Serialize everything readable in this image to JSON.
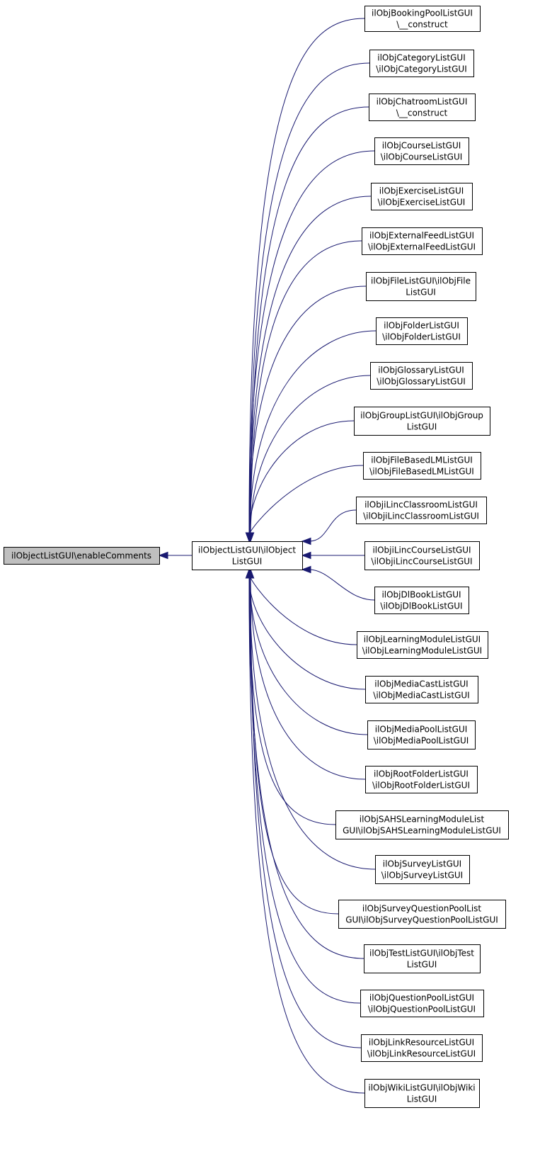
{
  "diagram": {
    "root": {
      "id": "enable-comments",
      "lines": [
        "ilObjectListGUI\\enableComments"
      ]
    },
    "center": {
      "id": "object-list-gui",
      "lines": [
        "ilObjectListGUI\\ilObject",
        "ListGUI"
      ]
    },
    "children": [
      {
        "id": "booking-pool",
        "lines": [
          "ilObjBookingPoolListGUI",
          "\\__construct"
        ]
      },
      {
        "id": "category",
        "lines": [
          "ilObjCategoryListGUI",
          "\\ilObjCategoryListGUI"
        ]
      },
      {
        "id": "chatroom",
        "lines": [
          "ilObjChatroomListGUI",
          "\\__construct"
        ]
      },
      {
        "id": "course",
        "lines": [
          "ilObjCourseListGUI",
          "\\ilObjCourseListGUI"
        ]
      },
      {
        "id": "exercise",
        "lines": [
          "ilObjExerciseListGUI",
          "\\ilObjExerciseListGUI"
        ]
      },
      {
        "id": "external-feed",
        "lines": [
          "ilObjExternalFeedListGUI",
          "\\ilObjExternalFeedListGUI"
        ]
      },
      {
        "id": "file",
        "lines": [
          "ilObjFileListGUI\\ilObjFile",
          "ListGUI"
        ]
      },
      {
        "id": "folder",
        "lines": [
          "ilObjFolderListGUI",
          "\\ilObjFolderListGUI"
        ]
      },
      {
        "id": "glossary",
        "lines": [
          "ilObjGlossaryListGUI",
          "\\ilObjGlossaryListGUI"
        ]
      },
      {
        "id": "group",
        "lines": [
          "ilObjGroupListGUI\\ilObjGroup",
          "ListGUI"
        ]
      },
      {
        "id": "file-based-lm",
        "lines": [
          "ilObjFileBasedLMListGUI",
          "\\ilObjFileBasedLMListGUI"
        ]
      },
      {
        "id": "ilinc-classroom",
        "lines": [
          "ilObjiLincClassroomListGUI",
          "\\ilObjiLincClassroomListGUI"
        ]
      },
      {
        "id": "ilinc-course",
        "lines": [
          "ilObjiLincCourseListGUI",
          "\\ilObjiLincCourseListGUI"
        ]
      },
      {
        "id": "dl-book",
        "lines": [
          "ilObjDlBookListGUI",
          "\\ilObjDlBookListGUI"
        ]
      },
      {
        "id": "learning-module",
        "lines": [
          "ilObjLearningModuleListGUI",
          "\\ilObjLearningModuleListGUI"
        ]
      },
      {
        "id": "media-cast",
        "lines": [
          "ilObjMediaCastListGUI",
          "\\ilObjMediaCastListGUI"
        ]
      },
      {
        "id": "media-pool",
        "lines": [
          "ilObjMediaPoolListGUI",
          "\\ilObjMediaPoolListGUI"
        ]
      },
      {
        "id": "root-folder",
        "lines": [
          "ilObjRootFolderListGUI",
          "\\ilObjRootFolderListGUI"
        ]
      },
      {
        "id": "sahs-learning-module",
        "lines": [
          "ilObjSAHSLearningModuleList",
          "GUI\\ilObjSAHSLearningModuleListGUI"
        ]
      },
      {
        "id": "survey",
        "lines": [
          "ilObjSurveyListGUI",
          "\\ilObjSurveyListGUI"
        ]
      },
      {
        "id": "survey-question-pool",
        "lines": [
          "ilObjSurveyQuestionPoolList",
          "GUI\\ilObjSurveyQuestionPoolListGUI"
        ]
      },
      {
        "id": "test",
        "lines": [
          "ilObjTestListGUI\\ilObjTest",
          "ListGUI"
        ]
      },
      {
        "id": "question-pool",
        "lines": [
          "ilObjQuestionPoolListGUI",
          "\\ilObjQuestionPoolListGUI"
        ]
      },
      {
        "id": "link-resource",
        "lines": [
          "ilObjLinkResourceListGUI",
          "\\ilObjLinkResourceListGUI"
        ]
      },
      {
        "id": "wiki",
        "lines": [
          "ilObjWikiListGUI\\ilObjWiki",
          "ListGUI"
        ]
      }
    ],
    "colors": {
      "edge": "#191970",
      "root_fill": "#bfbfbf",
      "node_fill": "#ffffff",
      "border": "#000000"
    }
  }
}
